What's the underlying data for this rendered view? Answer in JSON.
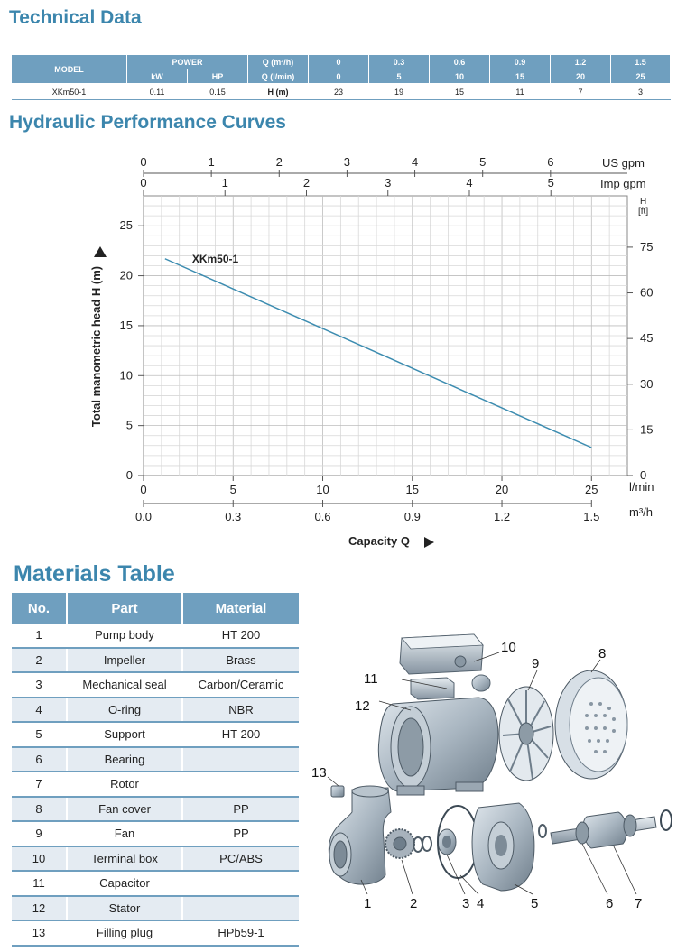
{
  "titles": {
    "technical": "Technical Data",
    "hydraulic": "Hydraulic Performance Curves",
    "materials": "Materials Table"
  },
  "tech_table": {
    "model_header": "MODEL",
    "power_header": "POWER",
    "kw": "kW",
    "hp": "HP",
    "q_m3h_label": "Q (m³/h)",
    "q_lmin_label": "Q (l/min)",
    "h_label": "H (m)",
    "q_m3h": [
      "0",
      "0.3",
      "0.6",
      "0.9",
      "1.2",
      "1.5"
    ],
    "q_lmin": [
      "0",
      "5",
      "10",
      "15",
      "20",
      "25"
    ],
    "row": {
      "model": "XKm50-1",
      "kw": "0.11",
      "hp": "0.15",
      "h": [
        "23",
        "19",
        "15",
        "11",
        "7",
        "3"
      ]
    }
  },
  "chart_data": {
    "type": "line",
    "series": [
      {
        "name": "XKm50-1",
        "x": [
          1.2,
          25
        ],
        "y": [
          21.7,
          2.8
        ]
      }
    ],
    "xlabel": "Capacity Q",
    "ylabel": "Total manometric head H (m)",
    "xlim": [
      0,
      27
    ],
    "ylim": [
      0,
      28
    ],
    "x_ticks_lmin": [
      "0",
      "5",
      "10",
      "15",
      "20",
      "25"
    ],
    "x_unit_lmin": "l/min",
    "x_ticks_m3h": [
      "0.0",
      "0.3",
      "0.6",
      "0.9",
      "1.2",
      "1.5"
    ],
    "x_unit_m3h": "m³/h",
    "y_ticks_m": [
      "0",
      "5",
      "10",
      "15",
      "20",
      "25"
    ],
    "y_ticks_ft": [
      "0",
      "15",
      "30",
      "45",
      "60",
      "75"
    ],
    "y_unit_ft_top": "H",
    "y_unit_ft_bottom": "[ft]",
    "top_axis_usgpm": [
      "0",
      "1",
      "2",
      "3",
      "4",
      "5",
      "6"
    ],
    "top_axis_usgpm_label": "US gpm",
    "top_axis_impgpm": [
      "0",
      "1",
      "2",
      "3",
      "4",
      "5"
    ],
    "top_axis_impgpm_label": "Imp gpm",
    "grid": true,
    "line_color": "#3c8cb0"
  },
  "materials_table": {
    "headers": [
      "No.",
      "Part",
      "Material"
    ],
    "rows": [
      [
        "1",
        "Pump body",
        "HT 200"
      ],
      [
        "2",
        "Impeller",
        "Brass"
      ],
      [
        "3",
        "Mechanical seal",
        "Carbon/Ceramic"
      ],
      [
        "4",
        "O-ring",
        "NBR"
      ],
      [
        "5",
        "Support",
        "HT 200"
      ],
      [
        "6",
        "Bearing",
        ""
      ],
      [
        "7",
        "Rotor",
        ""
      ],
      [
        "8",
        "Fan cover",
        "PP"
      ],
      [
        "9",
        "Fan",
        "PP"
      ],
      [
        "10",
        "Terminal box",
        "PC/ABS"
      ],
      [
        "11",
        "Capacitor",
        ""
      ],
      [
        "12",
        "Stator",
        ""
      ],
      [
        "13",
        "Filling plug",
        "HPb59-1"
      ]
    ]
  },
  "exploded_labels": [
    "1",
    "2",
    "3",
    "4",
    "5",
    "6",
    "7",
    "8",
    "9",
    "10",
    "11",
    "12",
    "13"
  ],
  "colors": {
    "accent": "#3c86ad",
    "table_header": "#6f9fbf",
    "alt_row": "#e4ebf2"
  }
}
